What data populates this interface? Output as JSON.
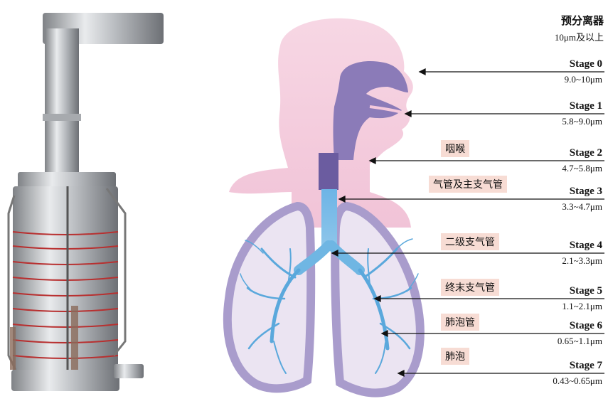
{
  "preseparator": {
    "title": "预分离器",
    "range": "10μm及以上"
  },
  "stages": [
    {
      "name": "Stage 0",
      "range": "9.0~10μm"
    },
    {
      "name": "Stage 1",
      "range": "5.8~9.0μm"
    },
    {
      "name": "Stage 2",
      "range": "4.7~5.8μm"
    },
    {
      "name": "Stage 3",
      "range": "3.3~4.7μm"
    },
    {
      "name": "Stage 4",
      "range": "2.1~3.3μm"
    },
    {
      "name": "Stage 5",
      "range": "1.1~2.1μm"
    },
    {
      "name": "Stage 6",
      "range": "0.65~1.1μm"
    },
    {
      "name": "Stage 7",
      "range": "0.43~0.65μm"
    }
  ],
  "regions": [
    "咽喉",
    "气管及主支气管",
    "二级支气管",
    "终末支气管",
    "肺泡管",
    "肺泡"
  ],
  "colors": {
    "head": "#f4c9dc",
    "airway": "#8b7bb8",
    "trachea": "#6fb6e3",
    "lung_fill": "#ece6f3",
    "lung_edge": "#a99ccc",
    "label_bg": "#f7dcd4"
  }
}
